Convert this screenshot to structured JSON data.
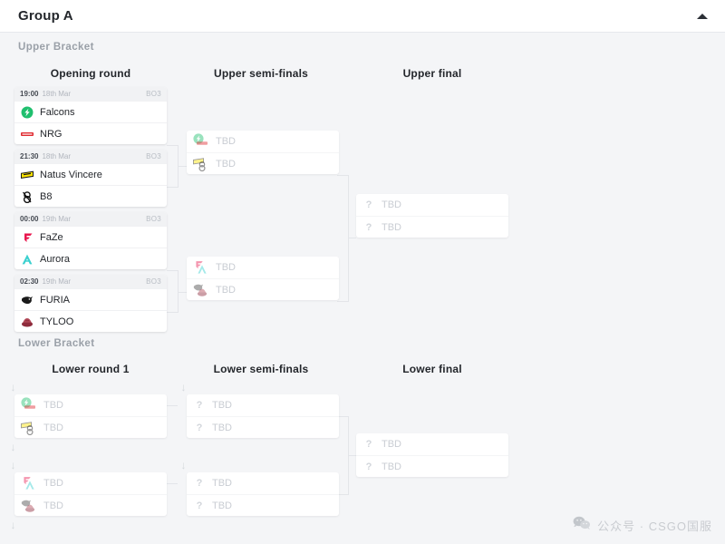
{
  "header": {
    "title": "Group A",
    "collapse_icon": "chevron-up-icon"
  },
  "brackets": [
    {
      "label": "Upper Bracket",
      "rounds": [
        {
          "label": "Opening round"
        },
        {
          "label": "Upper semi-finals"
        },
        {
          "label": "Upper final"
        }
      ]
    },
    {
      "label": "Lower Bracket",
      "rounds": [
        {
          "label": "Lower round 1"
        },
        {
          "label": "Lower semi-finals"
        },
        {
          "label": "Lower final"
        }
      ]
    }
  ],
  "matches": {
    "ub_open_1": {
      "time": "19:00",
      "date": "18th Mar",
      "format": "BO3",
      "team1": "Falcons",
      "team2": "NRG"
    },
    "ub_open_2": {
      "time": "21:30",
      "date": "18th Mar",
      "format": "BO3",
      "team1": "Natus Vincere",
      "team2": "B8"
    },
    "ub_open_3": {
      "time": "00:00",
      "date": "19th Mar",
      "format": "BO3",
      "team1": "FaZe",
      "team2": "Aurora"
    },
    "ub_open_4": {
      "time": "02:30",
      "date": "19th Mar",
      "format": "BO3",
      "team1": "FURIA",
      "team2": "TYLOO"
    },
    "ub_semi_1": {
      "team1": "TBD",
      "team2": "TBD"
    },
    "ub_semi_2": {
      "team1": "TBD",
      "team2": "TBD"
    },
    "ub_final": {
      "team1": "TBD",
      "team2": "TBD"
    },
    "lb_r1_1": {
      "team1": "TBD",
      "team2": "TBD"
    },
    "lb_r1_2": {
      "team1": "TBD",
      "team2": "TBD"
    },
    "lb_semi_1": {
      "team1": "TBD",
      "team2": "TBD"
    },
    "lb_semi_2": {
      "team1": "TBD",
      "team2": "TBD"
    },
    "lb_final": {
      "team1": "TBD",
      "team2": "TBD"
    }
  },
  "colors": {
    "page_background": "#f4f5f7",
    "card_background": "#ffffff",
    "meta_background": "#f1f2f4",
    "connector": "#e3e5e9",
    "tbd_text": "#c9cdd3",
    "falcons": "#1fbf6e",
    "nrg": "#e02a30",
    "navi": "#ffe500",
    "b8": "#111111",
    "faze": "#e8174e",
    "aurora": "#3ad0cf",
    "furia": "#1a1a1a",
    "tyloo": "#8e2b3c"
  },
  "watermark": {
    "icon": "wechat-icon",
    "text": "公众号 · CSGO国服"
  }
}
